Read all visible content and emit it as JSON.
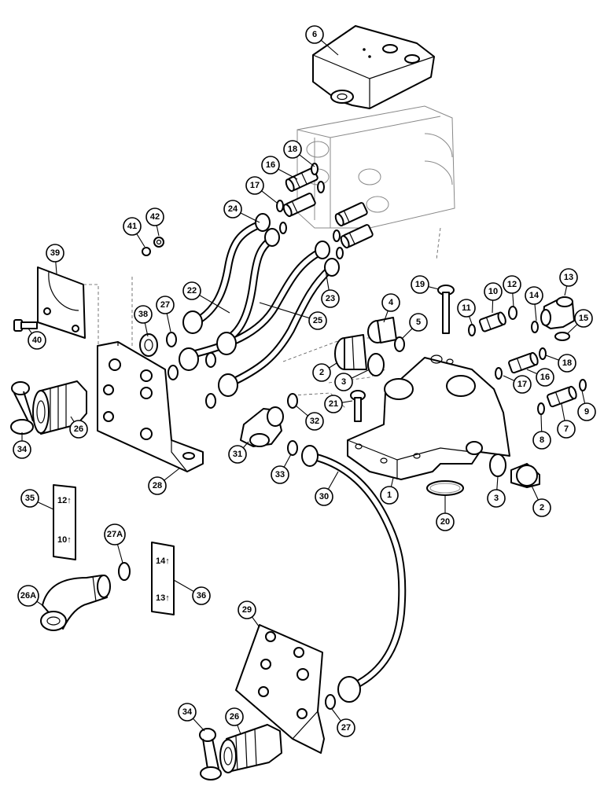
{
  "diagram": {
    "callouts": [
      {
        "id": "c6",
        "label": "6"
      },
      {
        "id": "c18a",
        "label": "18"
      },
      {
        "id": "c16a",
        "label": "16"
      },
      {
        "id": "c17a",
        "label": "17"
      },
      {
        "id": "c24",
        "label": "24"
      },
      {
        "id": "c42",
        "label": "42"
      },
      {
        "id": "c41",
        "label": "41"
      },
      {
        "id": "c39",
        "label": "39"
      },
      {
        "id": "c22",
        "label": "22"
      },
      {
        "id": "c23",
        "label": "23"
      },
      {
        "id": "c25",
        "label": "25"
      },
      {
        "id": "c38",
        "label": "38"
      },
      {
        "id": "c27a",
        "label": "27"
      },
      {
        "id": "c40",
        "label": "40"
      },
      {
        "id": "c19",
        "label": "19"
      },
      {
        "id": "c10",
        "label": "10"
      },
      {
        "id": "c12",
        "label": "12"
      },
      {
        "id": "c13",
        "label": "13"
      },
      {
        "id": "c11",
        "label": "11"
      },
      {
        "id": "c14",
        "label": "14"
      },
      {
        "id": "c15",
        "label": "15"
      },
      {
        "id": "c4",
        "label": "4"
      },
      {
        "id": "c5",
        "label": "5"
      },
      {
        "id": "c2a",
        "label": "2"
      },
      {
        "id": "c3a",
        "label": "3"
      },
      {
        "id": "c18b",
        "label": "18"
      },
      {
        "id": "c16b",
        "label": "16"
      },
      {
        "id": "c17b",
        "label": "17"
      },
      {
        "id": "c9",
        "label": "9"
      },
      {
        "id": "c7",
        "label": "7"
      },
      {
        "id": "c8",
        "label": "8"
      },
      {
        "id": "c21",
        "label": "21"
      },
      {
        "id": "c32",
        "label": "32"
      },
      {
        "id": "c26a",
        "label": "26"
      },
      {
        "id": "c34a",
        "label": "34"
      },
      {
        "id": "c31",
        "label": "31"
      },
      {
        "id": "c33",
        "label": "33"
      },
      {
        "id": "c28",
        "label": "28"
      },
      {
        "id": "c30",
        "label": "30"
      },
      {
        "id": "c1",
        "label": "1"
      },
      {
        "id": "c3b",
        "label": "3"
      },
      {
        "id": "c2b",
        "label": "2"
      },
      {
        "id": "c20",
        "label": "20"
      },
      {
        "id": "c35",
        "label": "35"
      },
      {
        "id": "c27A",
        "label": "27A"
      },
      {
        "id": "c26A",
        "label": "26A"
      },
      {
        "id": "c36",
        "label": "36"
      },
      {
        "id": "c29",
        "label": "29"
      },
      {
        "id": "c34b",
        "label": "34"
      },
      {
        "id": "c26b",
        "label": "26"
      },
      {
        "id": "c27b",
        "label": "27"
      }
    ],
    "decals": {
      "d35_top": "12↑",
      "d35_bottom": "10↑",
      "d36_top": "14↑",
      "d36_bottom": "13↑"
    }
  }
}
